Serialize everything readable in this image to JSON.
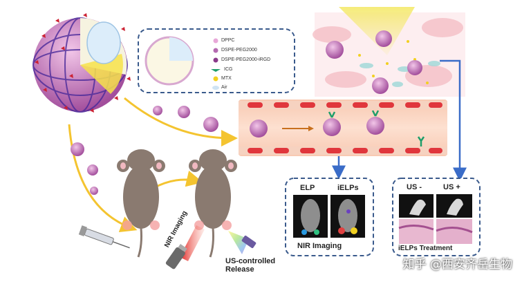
{
  "legend": {
    "items": [
      {
        "label": "DPPC",
        "color": "#e8a8d8"
      },
      {
        "label": "DSPE-PEG2000",
        "color": "#b46ab0"
      },
      {
        "label": "DSPE-PEG2000-iRGD",
        "color": "#8a3a8a"
      },
      {
        "label": "ICG",
        "color": "#1e9e6a"
      },
      {
        "label": "MTX",
        "color": "#f2d020"
      },
      {
        "label": "Air",
        "color": "#cfe4f4"
      }
    ]
  },
  "imaging_panel": {
    "left_label": "ELP",
    "right_label": "iELPs",
    "caption": "NIR Imaging"
  },
  "treatment_panel": {
    "left_label": "US -",
    "right_label": "US +",
    "caption": "iELPs Treatment"
  },
  "mouse_labels": {
    "nir": "NIR Imaging",
    "release": "US-controlled\nRelease"
  },
  "watermark": "知乎 @西安齐岳生物",
  "colors": {
    "blue_dash": "#3a5a8c",
    "arrow_yellow": "#f4c430",
    "vessel": "#f6c6b0",
    "cell_red": "#e0363c"
  }
}
